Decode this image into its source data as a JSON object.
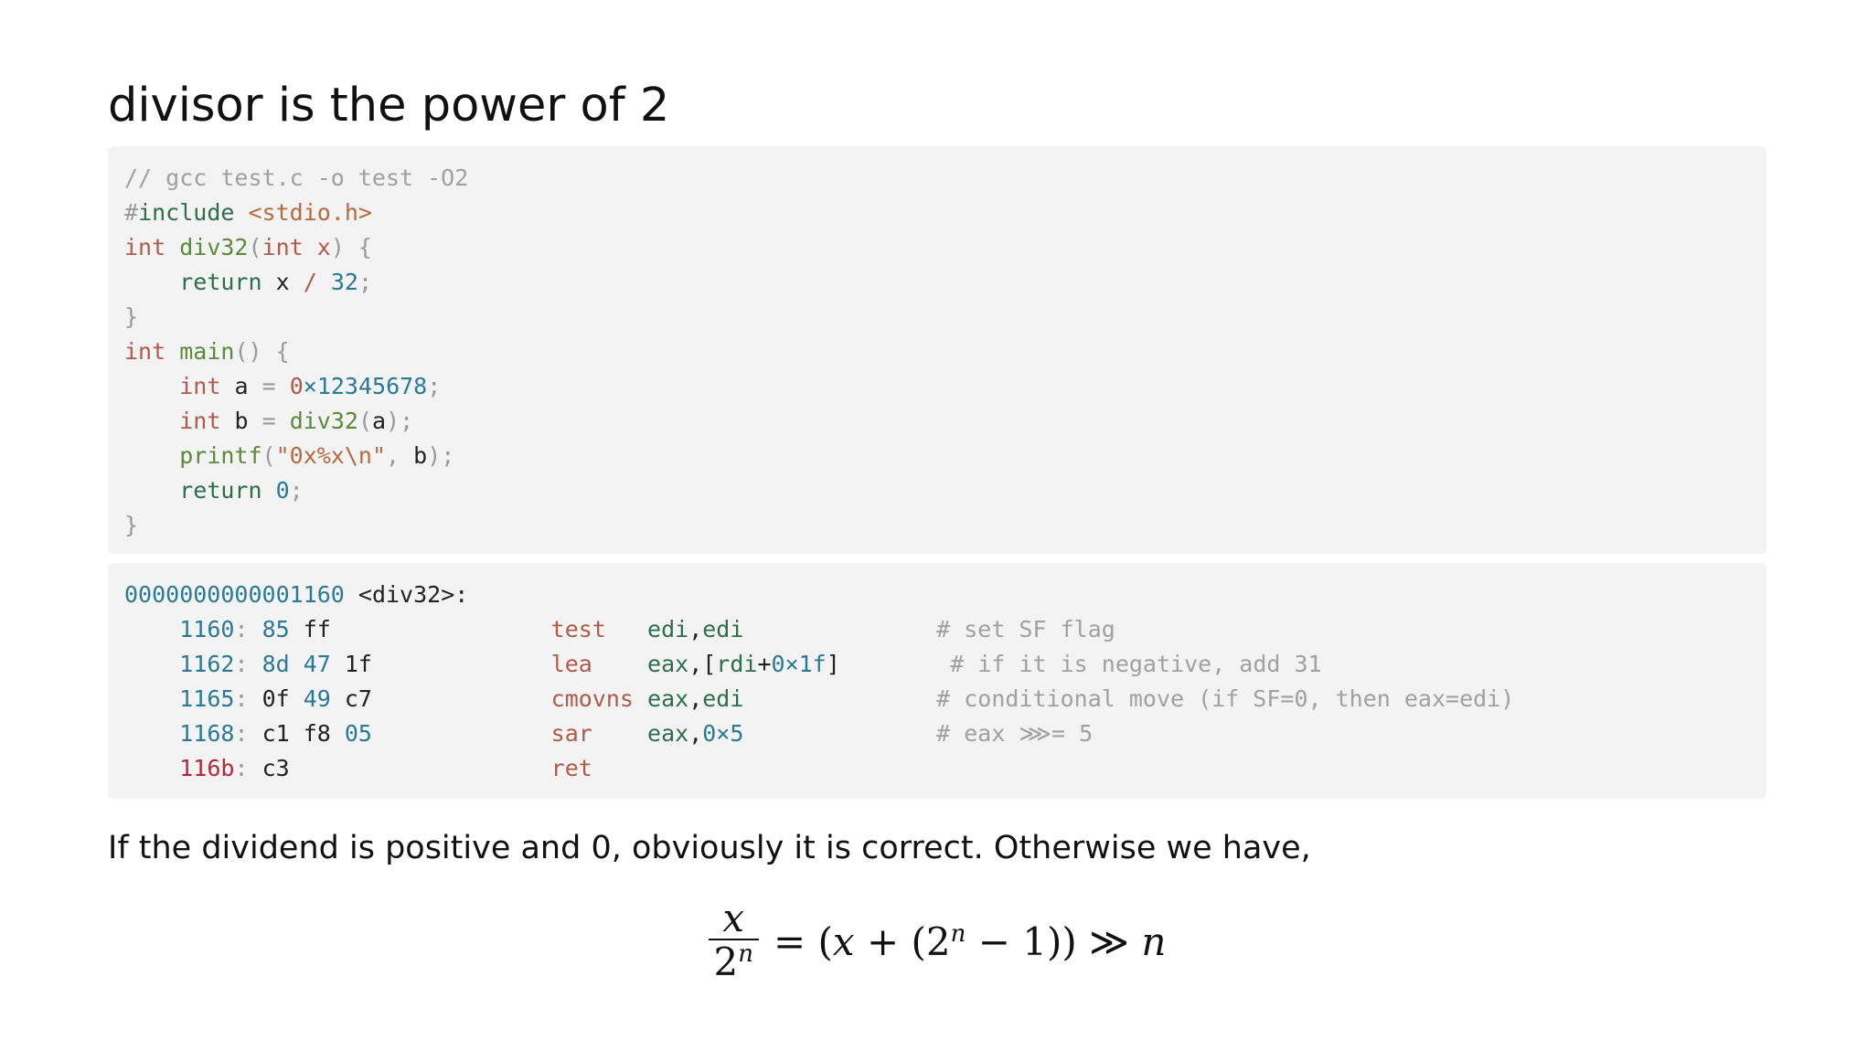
{
  "title": "divisor is the power of 2",
  "c_code": {
    "comment": "// gcc test.c -o test -O2",
    "include_hash": "#",
    "include_kw": "include",
    "include_file": "<stdio.h>",
    "lines": {
      "l3_kw": "int",
      "l3_fn": "div32",
      "l3_open": "(",
      "l3_kw2": "int",
      "l3_arg": "x",
      "l3_close": ") {",
      "l4_ret": "return",
      "l4_x": "x",
      "l4_op": "/",
      "l4_num": "32",
      "l4_semi": ";",
      "l5": "}",
      "l6_kw": "int",
      "l6_fn": "main",
      "l6_rest": "() {",
      "l7_kw": "int",
      "l7_var": "a",
      "l7_eq": "=",
      "l7_num0": "0",
      "l7_x": "×",
      "l7_num": "12345678",
      "l7_semi": ";",
      "l8_kw": "int",
      "l8_var": "b",
      "l8_eq": "=",
      "l8_fn": "div32",
      "l8_open": "(",
      "l8_arg": "a",
      "l8_close": ");",
      "l9_fn": "printf",
      "l9_open": "(",
      "l9_str": "\"0x%x\\n\"",
      "l9_comma": ",",
      "l9_arg": "b",
      "l9_close": ");",
      "l10_ret": "return",
      "l10_num": "0",
      "l10_semi": ";",
      "l11": "}"
    }
  },
  "asm": {
    "header_addr": "0000000000001160",
    "header_label": "<div32>:",
    "rows": [
      {
        "addr": "1160",
        "bytes_a": "85",
        "bytes_b": " ff",
        "mnemonic": "test",
        "operands_a": "edi",
        "operands_sep": ",",
        "operands_b": "edi",
        "comment": "# set SF flag"
      },
      {
        "addr": "1162",
        "bytes_a": "8d 47",
        "bytes_b": " 1f",
        "mnemonic": "lea",
        "operands_a": "eax",
        "operands_sep": ",[",
        "operands_b": "rdi",
        "operands_c": "+",
        "operands_d": "0×1f",
        "operands_e": "]",
        "comment": "# if it is negative, add 31"
      },
      {
        "addr": "1165",
        "bytes_a": "0f",
        "bytes_b": " 49",
        "bytes_c": " c7",
        "mnemonic": "cmovns",
        "operands_a": "eax",
        "operands_sep": ",",
        "operands_b": "edi",
        "comment": "# conditional move (if SF=0, then eax=edi)"
      },
      {
        "addr": "1168",
        "bytes_a": "c1 f8",
        "bytes_b": " 05",
        "mnemonic": "sar",
        "operands_a": "eax",
        "operands_sep": ",",
        "operands_b": "0×5",
        "comment": "# eax ⋙= 5"
      },
      {
        "addr": "116b",
        "bytes_a": "c3",
        "mnemonic": "ret"
      }
    ]
  },
  "paragraph": "If the dividend is positive and 0, obviously it is correct. Otherwise we have,",
  "formula": {
    "numerator": "x",
    "denominator_base": "2",
    "denominator_exp": "n",
    "rhs_a": "= (",
    "rhs_x": "x",
    "rhs_b": " + (2",
    "rhs_exp": "n",
    "rhs_c": " − 1)) ≫ ",
    "rhs_n": "n"
  }
}
